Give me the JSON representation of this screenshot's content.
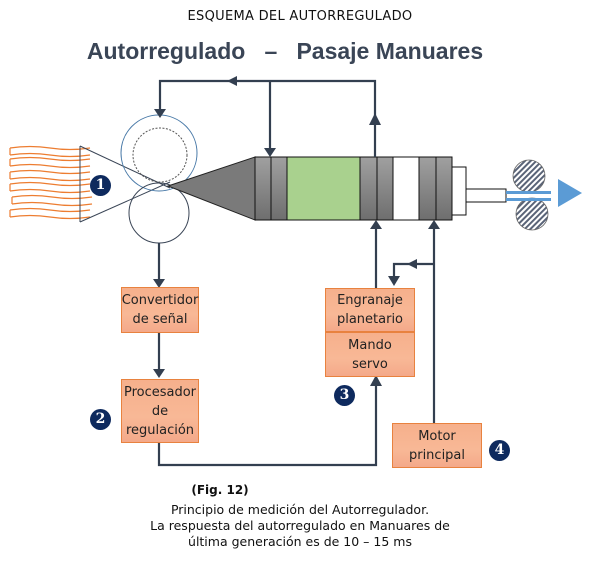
{
  "header": {
    "subtitle": "ESQUEMA DEL AUTORREGULADO",
    "title": "Autorregulado   –   Pasaje Manuares"
  },
  "colors": {
    "line": "#333f50",
    "box_fill": "#f8b896",
    "box_border": "#e8823f",
    "badge": "#0e2a5e",
    "drafting_green": "#a9d18e",
    "roller_gray": "#8a8a8a",
    "sliver_orange": "#ed7d31",
    "output_blue": "#5b9bd5"
  },
  "blocks": {
    "signal_converter": "Convertidor\nde señal",
    "regulation_processor": "Procesador\nde\nregulación",
    "planetary_gear": "Engranaje\nplanetario",
    "servo_drive": "Mando\nservo",
    "main_motor": "Motor\nprincipal"
  },
  "badges": [
    "1",
    "2",
    "3",
    "4"
  ],
  "caption": {
    "fig_label": "(Fig. 12)",
    "line1": "Principio de medición del Autorregulador.",
    "line2": "La respuesta del autorregulado en Manuares de",
    "line3": "última generación es de 10 – 15 ms"
  }
}
